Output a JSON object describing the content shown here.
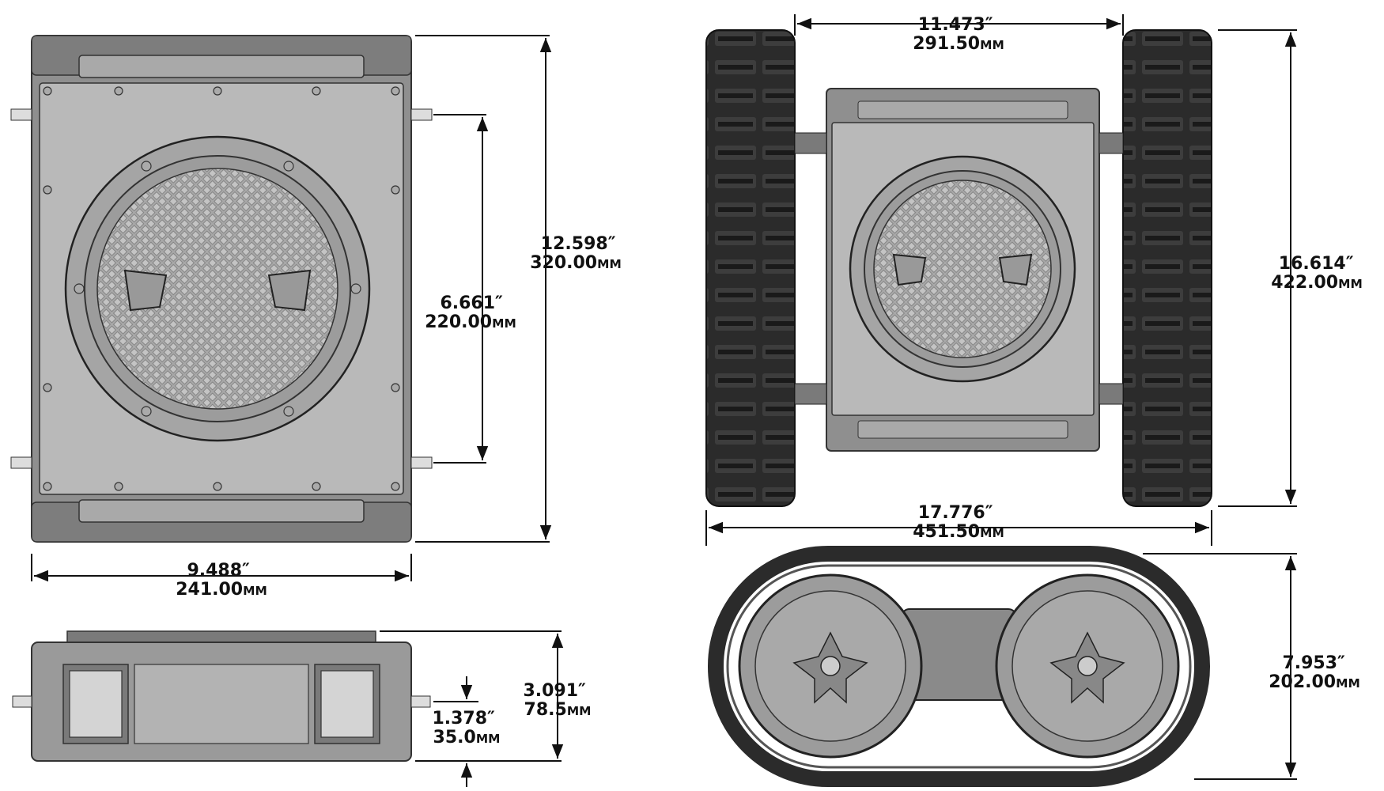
{
  "colors": {
    "body": "#9a9a9a",
    "panel": "#b8b8b8",
    "dark": "#3a3a3a",
    "track": "#2b2b2b",
    "line": "#111111"
  },
  "dimensions": {
    "top_view_height": {
      "inch": "12.598″",
      "mm": "320.00",
      "unit": "MM"
    },
    "top_view_inner": {
      "inch": "6.661″",
      "mm": "220.00",
      "unit": "MM"
    },
    "top_view_width": {
      "inch": "9.488″",
      "mm": "241.00",
      "unit": "MM"
    },
    "side_view_height": {
      "inch": "3.091″",
      "mm": "78.5",
      "unit": "MM"
    },
    "side_view_axle": {
      "inch": "1.378″",
      "mm": "35.0",
      "unit": "MM"
    },
    "track_view_inner": {
      "inch": "11.473″",
      "mm": "291.50",
      "unit": "MM"
    },
    "track_view_length": {
      "inch": "16.614″",
      "mm": "422.00",
      "unit": "MM"
    },
    "track_view_width": {
      "inch": "17.776″",
      "mm": "451.50",
      "unit": "MM"
    },
    "wheel_view_height": {
      "inch": "7.953″",
      "mm": "202.00",
      "unit": "MM"
    }
  }
}
